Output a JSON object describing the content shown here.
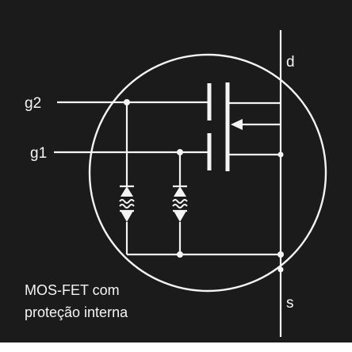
{
  "colors": {
    "background": "#1b1b1b",
    "page_margin": "#ffffff",
    "line": "#f4f4f4"
  },
  "terminals": {
    "drain": "d",
    "source": "s",
    "gate2": "g2",
    "gate1": "g1"
  },
  "caption": {
    "line1": "MOS-FET com",
    "line2": "proteção interna"
  },
  "component": {
    "type": "dual-gate MOSFET",
    "protection": "two back-to-back zener diode pairs from each gate to source"
  }
}
